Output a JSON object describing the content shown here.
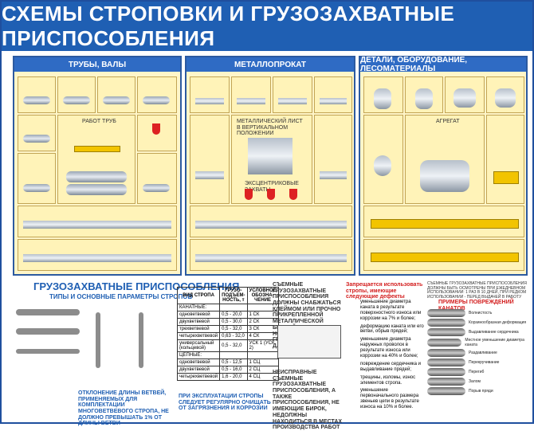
{
  "poster": {
    "title": "СХЕМЫ СТРОПОВКИ И ГРУЗОЗАХВАТНЫЕ ПРИСПОСОБЛЕНИЯ"
  },
  "panels": {
    "pipes": "ТРУБЫ, ВАЛЫ",
    "metal": "МЕТАЛЛОПРОКАТ",
    "details": "ДЕТАЛИ, ОБОРУДОВАНИЕ, ЛЕСОМАТЕРИАЛЫ"
  },
  "bottom": {
    "section_title": "ГРУЗОЗАХВАТНЫЕ ПРИСПОСОБЛЕНИЯ",
    "section_subtitle": "ТИПЫ И ОСНОВНЫЕ ПАРАМЕТРЫ СТРОПОВ",
    "table_headers": [
      "ВИД СТРОПА",
      "ГРУЗО-ПОДЪЕМ-НОСТЬ, т",
      "УСЛОВНОЕ ОБОЗНА-ЧЕНИЕ"
    ],
    "table_rows": [
      [
        "КАНАТНЫЕ:",
        "",
        ""
      ],
      [
        "одноветвевой",
        "0,5 - 20,0",
        "1 СК"
      ],
      [
        "двухветвевой",
        "0,5 - 30,0",
        "2 СК"
      ],
      [
        "трехветвевой",
        "0,5 - 32,0",
        "3 СК"
      ],
      [
        "четырехветвевой",
        "0,63 - 32,0",
        "4 СК"
      ],
      [
        "универсальный (кольцевой)",
        "0,5 - 32,0",
        "УСК 1 (УСК 2)"
      ],
      [
        "ЦЕПНЫЕ:",
        "",
        ""
      ],
      [
        "одноветвевой",
        "0,5 - 12,5",
        "1 СЦ"
      ],
      [
        "двухветвевой",
        "0,5 - 16,0",
        "2 СЦ"
      ],
      [
        "четырехветвевой",
        "1,6 - 20,0",
        "4 СЦ"
      ]
    ],
    "note_left": "ОТКЛОНЕНИЕ ДЛИНЫ ВЕТВЕЙ, ПРИМЕНЯЕМЫХ ДЛЯ КОМПЛЕКТАЦИИ МНОГОВЕТВЕВОГО СТРОПА, НЕ ДОЛЖНО ПРЕВЫШАТЬ 1% ОТ ДЛИНЫ ВЕТВИ",
    "note_center": "ПРИ ЭКСПЛУАТАЦИИ СТРОПЫ СЛЕДУЕТ РЕГУЛЯРНО ОЧИЩАТЬ ОТ ЗАГРЯЗНЕНИЯ И КОРРОЗИИ",
    "tag_text": "СЪЕМНЫЕ ГРУЗОЗАХВАТНЫЕ ПРИСПОСОБЛЕНИЯ ДОЛЖНЫ СНАБЖАТЬСЯ КЛЕЙМОМ ИЛИ ПРОЧНО ПРИКРЕПЛЕННОЙ МЕТАЛЛИЧЕСКОЙ БИРКОЙ С УКАЗАНИЕМ НОМЕРА, ГРУЗОПОДЪЕМНОСТИ И ДАТЫ ИСПЫТАНИЯ",
    "tag_bottom": "НЕИСПРАВНЫЕ СЪЕМНЫЕ ГРУЗОЗАХВАТНЫЕ ПРИСПОСОБЛЕНИЯ, А ТАКЖЕ ПРИСПОСОБЛЕНИЯ, НЕ ИМЕЮЩИЕ БИРОК, НЕДОЛЖНЫ НАХОДИТЬСЯ В МЕСТАХ ПРОИЗВОДСТВА РАБОТ",
    "forbid_title": "Запрещается использовать стропы, имеющие следующие дефекты",
    "forbid_items": [
      "уменьшение диаметра каната в результате поверхностного износа или коррозии на 7% и более;",
      "деформацию каната или его ветви, обрыв прядей;",
      "уменьшение диаметра наружных проволок в результате износа или коррозии на 40% и более;",
      "повреждение сердечника и выдавливание прядей;",
      "трещины, изломы, износ элементов стропа.",
      "уменьшение первоначального размера звеньев цепи в результате износа на 10% и более."
    ],
    "right_head": "ПРИМЕРЫ ПОВРЕЖДЕНИЙ КАНАТОВ",
    "right_note": "СЪЕМНЫЕ ГРУЗОЗАХВАТНЫЕ ПРИСПОСОБЛЕНИЯ ДОЛЖНЫ БЫТЬ ОСМОТРЕНЫ ПРИ ЕЖЕДНЕВНОМ ИСПОЛЬЗОВАНИИ: 1 РАЗ В 10 ДНЕЙ, ПРИ РЕДКОМ ИСПОЛЬЗОВАНИИ - ПЕРЕД ВЫДАЧЕЙ В РАБОТУ",
    "damage_labels": [
      "Волнистость",
      "Корзинообразная деформация",
      "Выдавливание сердечника",
      "Местное уменьшение диаметра каната",
      "Раздавливание",
      "Перекручивание",
      "Перегиб",
      "Залом",
      "Порыв пряди"
    ]
  },
  "labels_small": {
    "pipe_label": "РАБОТ ТРУБ",
    "metal_caption": "МЕТАЛЛИЧЕСКИЙ ЛИСТ В ВЕРТИКАЛЬНОМ ПОЛОЖЕНИИ",
    "ecc_caption": "ЭКСЦЕНТРИКОВЫЕ ЗАХВАТЫ",
    "detail_caption": "АГРЕГАТ"
  },
  "colors": {
    "title_bg": "#1f5fb3",
    "panel_bg": "#fff6c9",
    "accent_red": "#d31d1d",
    "yellow": "#f2c400"
  }
}
